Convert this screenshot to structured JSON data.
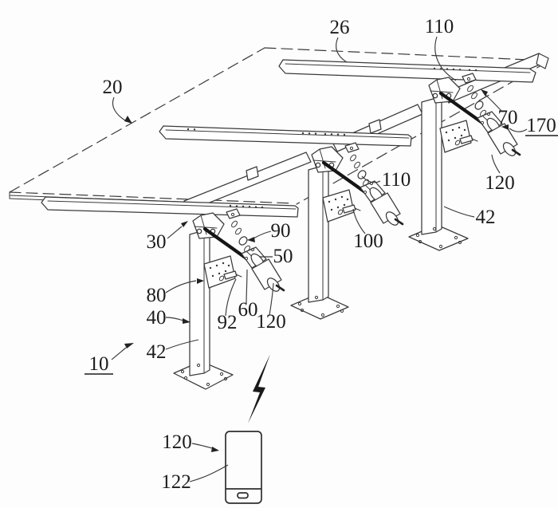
{
  "figure": {
    "kind": "patent-style technical line drawing",
    "background": "#fdfdfd",
    "line_color": "#3a3a3a",
    "text_color": "#1c1c1c"
  },
  "labels": {
    "part10": {
      "text": "10",
      "underlined": true
    },
    "part20": {
      "text": "20",
      "underlined": false
    },
    "part26": {
      "text": "26",
      "underlined": false
    },
    "part30": {
      "text": "30",
      "underlined": false
    },
    "part40": {
      "text": "40",
      "underlined": false
    },
    "part42_left": {
      "text": "42",
      "underlined": false
    },
    "part42_right": {
      "text": "42",
      "underlined": false
    },
    "part50": {
      "text": "50",
      "underlined": false
    },
    "part60": {
      "text": "60",
      "underlined": false
    },
    "part70": {
      "text": "70",
      "underlined": false
    },
    "part80": {
      "text": "80",
      "underlined": false
    },
    "part90": {
      "text": "90",
      "underlined": false
    },
    "part92": {
      "text": "92",
      "underlined": false
    },
    "part100": {
      "text": "100",
      "underlined": false
    },
    "part110_top": {
      "text": "110",
      "underlined": false
    },
    "part110_mid": {
      "text": "110",
      "underlined": false
    },
    "part120_front": {
      "text": "120",
      "underlined": false
    },
    "part120_rear": {
      "text": "120",
      "underlined": false
    },
    "part120_phone": {
      "text": "120",
      "underlined": false
    },
    "part122": {
      "text": "122",
      "underlined": false
    },
    "part170": {
      "text": "170",
      "underlined": true
    }
  },
  "icons": {
    "wireless_signal": "lightning-bolt-icon",
    "remote_device": "smartphone-icon"
  }
}
